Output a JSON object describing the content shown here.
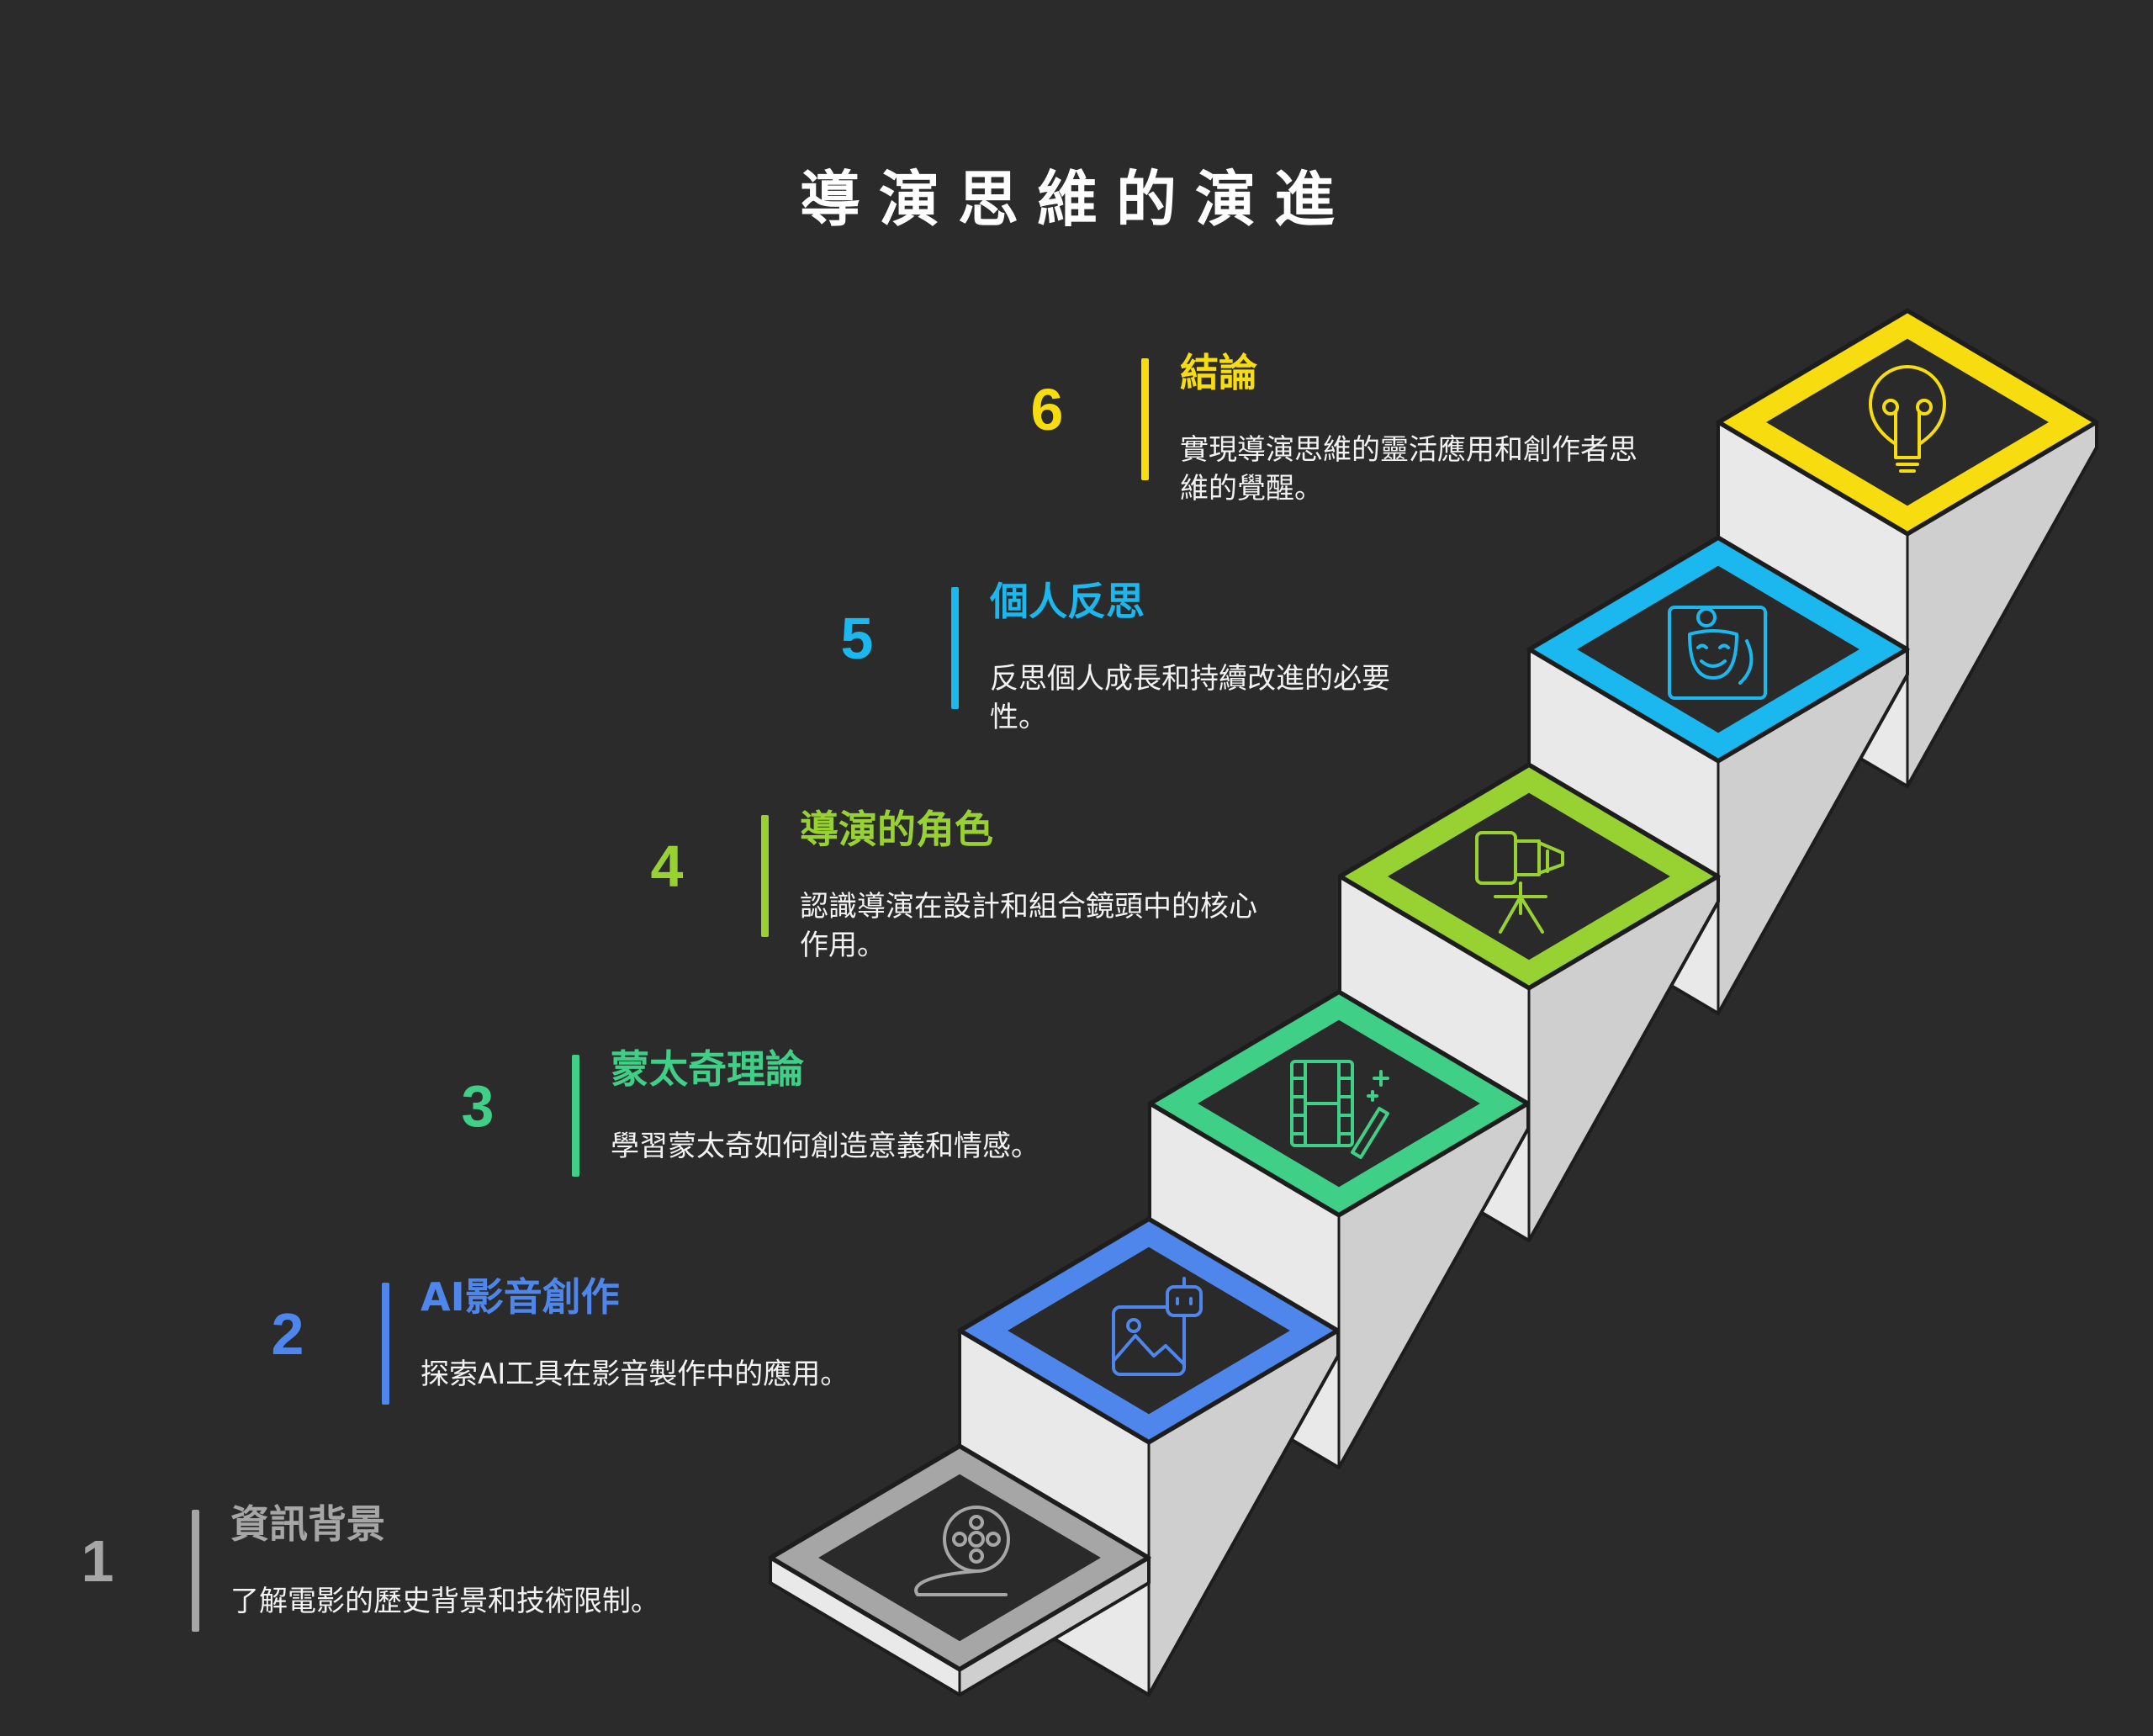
{
  "title": "導演思維的演進",
  "steps": [
    {
      "number": "1",
      "heading": "資訊背景",
      "description": "了解電影的歷史背景和技術限制。",
      "color": "#a6a6a6",
      "icon": "film-reel-icon"
    },
    {
      "number": "2",
      "heading": "AI影音創作",
      "description": "探索AI工具在影音製作中的應用。",
      "color": "#4f86ec",
      "icon": "ai-image-robot-icon"
    },
    {
      "number": "3",
      "heading": "蒙太奇理論",
      "description": "學習蒙太奇如何創造意義和情感。",
      "color": "#3fcf86",
      "icon": "film-strip-edit-icon"
    },
    {
      "number": "4",
      "heading": "導演的角色",
      "description": "認識導演在設計和組合鏡頭中的核心作用。",
      "color": "#97d232",
      "icon": "movie-camera-icon"
    },
    {
      "number": "5",
      "heading": "個人反思",
      "description": "反思個人成長和持續改進的必要性。",
      "color": "#1ab8ee",
      "icon": "mirror-face-icon"
    },
    {
      "number": "6",
      "heading": "結論",
      "description": "實現導演思維的靈活應用和創作者思維的覺醒。",
      "color": "#f7dc0f",
      "icon": "lightbulb-icon"
    }
  ]
}
